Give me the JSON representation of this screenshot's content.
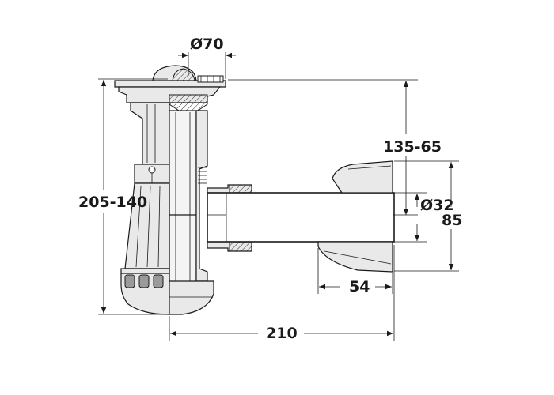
{
  "dimensions": {
    "diameter_top": "Ø70",
    "height_range": "205-140",
    "depth_range": "135-65",
    "diameter_pipe": "Ø32",
    "outlet_height": "85",
    "collar_width": "54",
    "total_width": "210"
  },
  "colors": {
    "line": "#1a1a1a",
    "shading": "#e9e9e9",
    "background": "#ffffff"
  }
}
